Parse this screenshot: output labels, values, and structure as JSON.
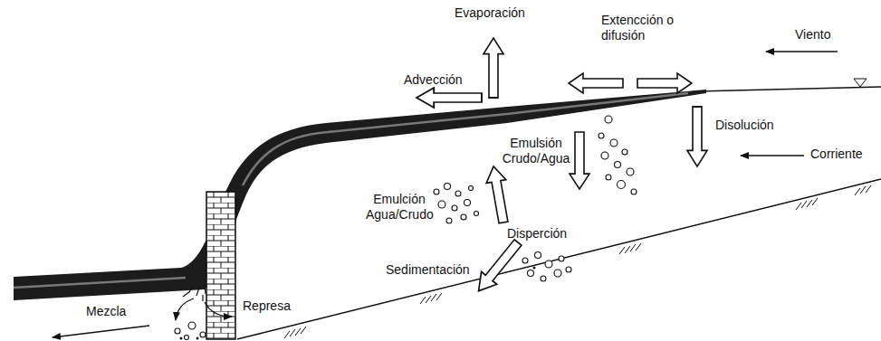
{
  "diagram": {
    "labels": [
      "Evaporación",
      "Extencción o difusión",
      "Viento",
      "Advección",
      "Disolución",
      "Emulsión Crudo/Agua",
      "Corriente",
      "Emulción Agua/Crudo",
      "Disperción",
      "Sedimentación",
      "Mezcla",
      "Represa"
    ]
  }
}
